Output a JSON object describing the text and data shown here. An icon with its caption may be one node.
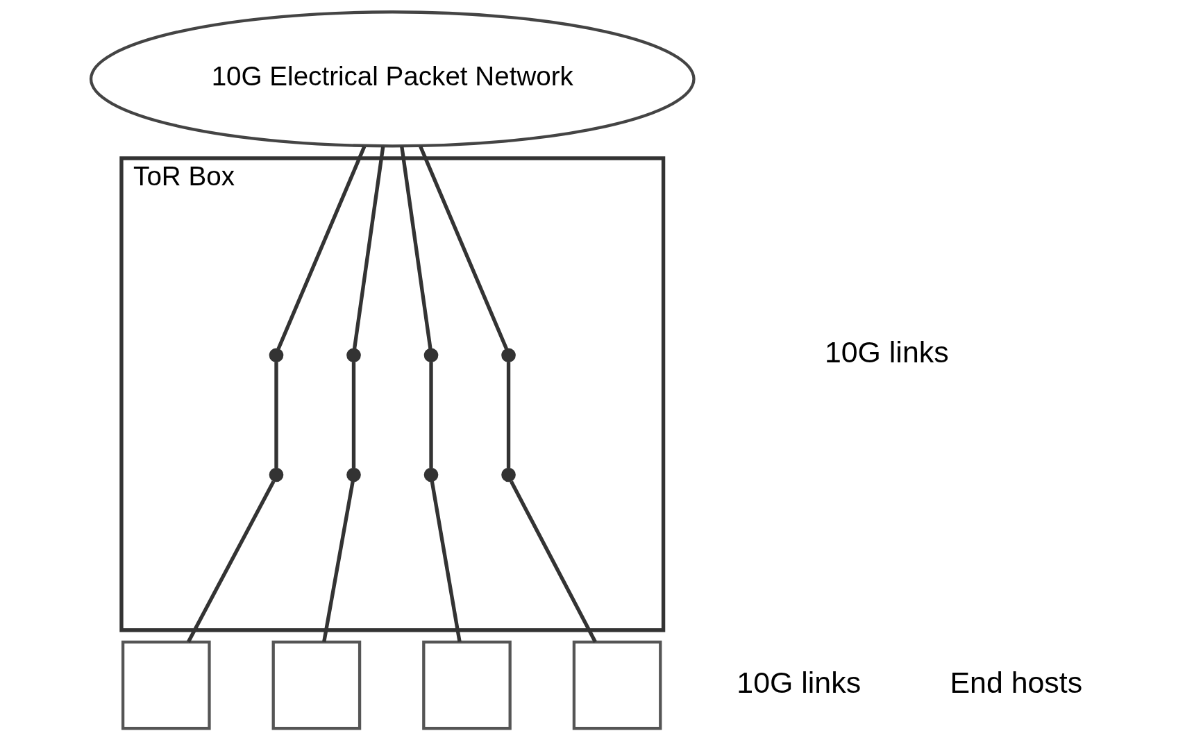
{
  "diagram": {
    "nodes": [
      {
        "text": [
          "10G Electrical Packet Network"
        ]
      },
      {
        "text": [
          "ToR Box"
        ]
      },
      {
        "text": [],
        "shape": "circle",
        "in": 1
      },
      {
        "text": [],
        "shape": "circle",
        "in": 1
      },
      {
        "text": [],
        "shape": "circle",
        "in": 1
      },
      {
        "text": [],
        "shape": "circle",
        "in": 1
      },
      {
        "text": [],
        "shape": "circle",
        "in": 1
      },
      {
        "text": [],
        "shape": "circle",
        "in": 1
      },
      {
        "text": [],
        "shape": "circle",
        "in": 1
      },
      {
        "text": [],
        "shape": "circle",
        "in": 1
      },
      {
        "text": [],
        "shape": "box"
      },
      {
        "text": [],
        "shape": "box"
      },
      {
        "text": [],
        "shape": "box"
      },
      {
        "text": [],
        "shape": "box"
      }
    ],
    "edges": [
      {
        "from": 0,
        "to": 2,
        "arrow": "none"
      },
      {
        "from": 0,
        "to": 3,
        "arrow": "none"
      },
      {
        "from": 0,
        "to": 4,
        "arrow": "none"
      },
      {
        "from": 0,
        "to": 5,
        "arrow": "none"
      },
      {
        "from": 2,
        "to": 6,
        "arrow": "none"
      },
      {
        "from": 3,
        "to": 7,
        "arrow": "none"
      },
      {
        "from": 4,
        "to": 8,
        "arrow": "none"
      },
      {
        "from": 5,
        "to": 9,
        "arrow": "none"
      },
      {
        "from": 6,
        "to": 10,
        "arrow": "none"
      },
      {
        "from": 7,
        "to": 11,
        "arrow": "none"
      },
      {
        "from": 8,
        "to": 12,
        "arrow": "none"
      },
      {
        "from": 9,
        "to": 13,
        "arrow": "none"
      }
    ],
    "labels": [
      "10G links",
      "10G links",
      "End hosts"
    ]
  }
}
